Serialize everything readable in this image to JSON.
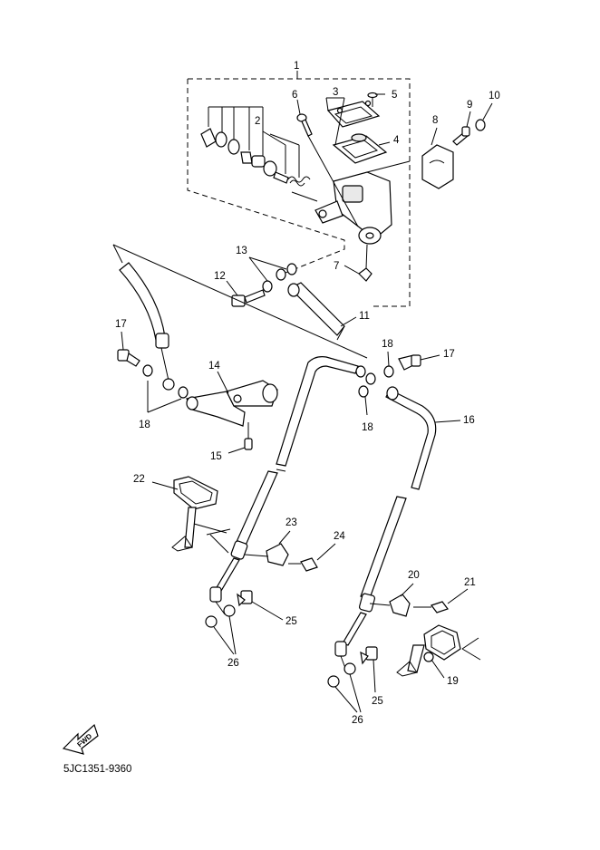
{
  "diagram": {
    "code": "5JC1351-9360",
    "direction_label": "FWD",
    "callouts": [
      {
        "id": "c1",
        "text": "1"
      },
      {
        "id": "c2",
        "text": "2"
      },
      {
        "id": "c3",
        "text": "3"
      },
      {
        "id": "c4",
        "text": "4"
      },
      {
        "id": "c5",
        "text": "5"
      },
      {
        "id": "c6",
        "text": "6"
      },
      {
        "id": "c7",
        "text": "7"
      },
      {
        "id": "c8",
        "text": "8"
      },
      {
        "id": "c9",
        "text": "9"
      },
      {
        "id": "c10",
        "text": "10"
      },
      {
        "id": "c11",
        "text": "11"
      },
      {
        "id": "c12",
        "text": "12"
      },
      {
        "id": "c13",
        "text": "13"
      },
      {
        "id": "c14",
        "text": "14"
      },
      {
        "id": "c15",
        "text": "15"
      },
      {
        "id": "c16",
        "text": "16"
      },
      {
        "id": "c17a",
        "text": "17"
      },
      {
        "id": "c17b",
        "text": "17"
      },
      {
        "id": "c18a",
        "text": "18"
      },
      {
        "id": "c18b",
        "text": "18"
      },
      {
        "id": "c18c",
        "text": "18"
      },
      {
        "id": "c19",
        "text": "19"
      },
      {
        "id": "c20",
        "text": "20"
      },
      {
        "id": "c21",
        "text": "21"
      },
      {
        "id": "c22",
        "text": "22"
      },
      {
        "id": "c23",
        "text": "23"
      },
      {
        "id": "c24",
        "text": "24"
      },
      {
        "id": "c25a",
        "text": "25"
      },
      {
        "id": "c25b",
        "text": "25"
      },
      {
        "id": "c26a",
        "text": "26"
      },
      {
        "id": "c26b",
        "text": "26"
      }
    ]
  }
}
